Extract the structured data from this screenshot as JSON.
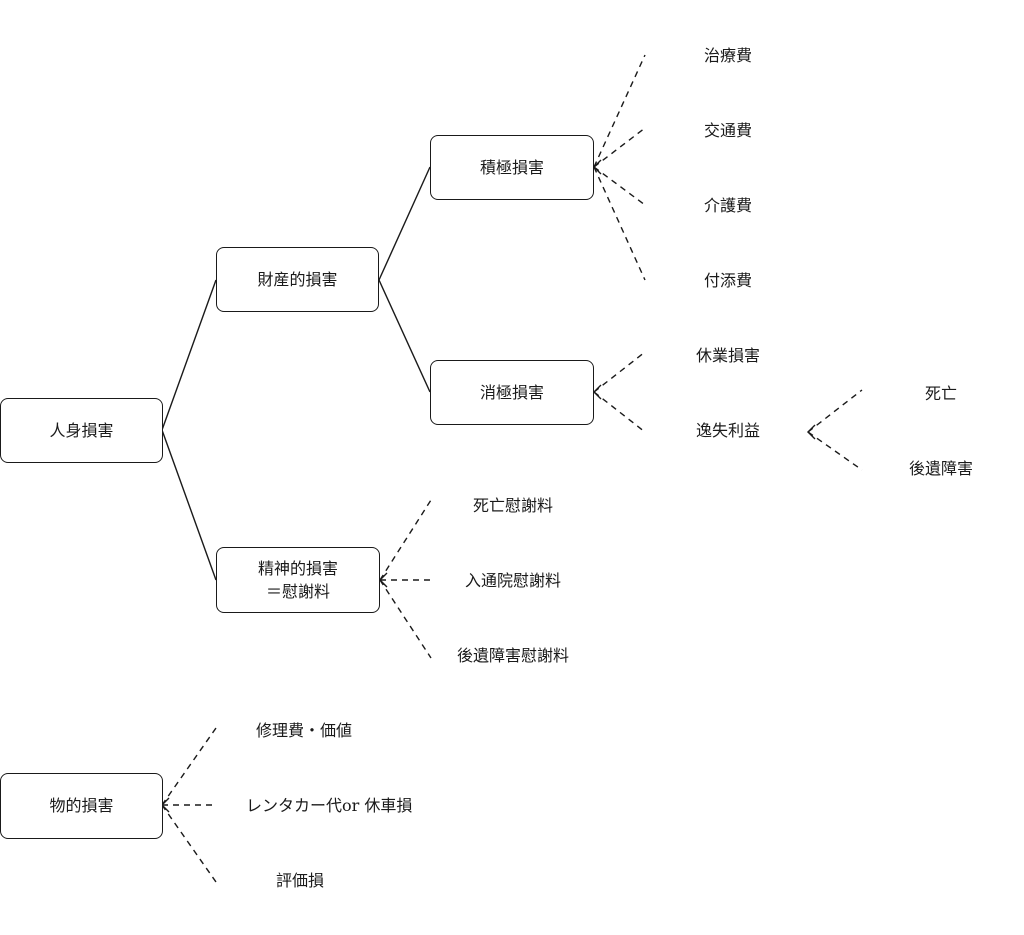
{
  "personal_injury": {
    "root": "人身損害",
    "property_damage": "財産的損害",
    "positive_damage": {
      "label": "積極損害",
      "items": [
        "治療費",
        "交通費",
        "介護費",
        "付添費"
      ]
    },
    "negative_damage": {
      "label": "消極損害",
      "items": [
        "休業損害",
        "逸失利益"
      ],
      "lost_profit_items": [
        "死亡",
        "後遺障害"
      ]
    },
    "mental_damage": {
      "label_line1": "精神的損害",
      "label_line2": "＝慰謝料",
      "items": [
        "死亡慰謝料",
        "入通院慰謝料",
        "後遺障害慰謝料"
      ]
    }
  },
  "property_loss": {
    "root": "物的損害",
    "items": [
      "修理費・価値",
      "レンタカー代or 休車損",
      "評価損"
    ]
  }
}
